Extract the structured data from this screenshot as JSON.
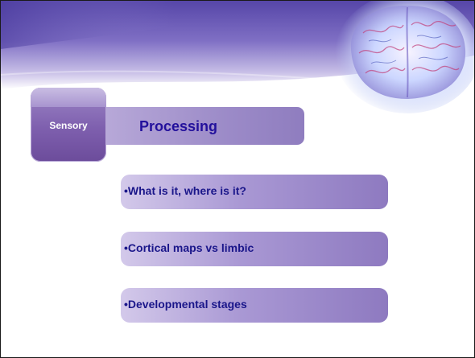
{
  "slide": {
    "tab_label": "Sensory",
    "title": "Processing",
    "bullets": [
      "•What is it, where is it?",
      "•Cortical maps vs limbic",
      "•Developmental stages"
    ]
  },
  "colors": {
    "purple_dark": "#6c4c9b",
    "purple_mid": "#9c8bc8",
    "purple_light": "#d3c9ea",
    "title_text": "#23109c",
    "bullet_text": "#1a168a"
  },
  "icons": {
    "header_decoration": "brain-illustration"
  }
}
